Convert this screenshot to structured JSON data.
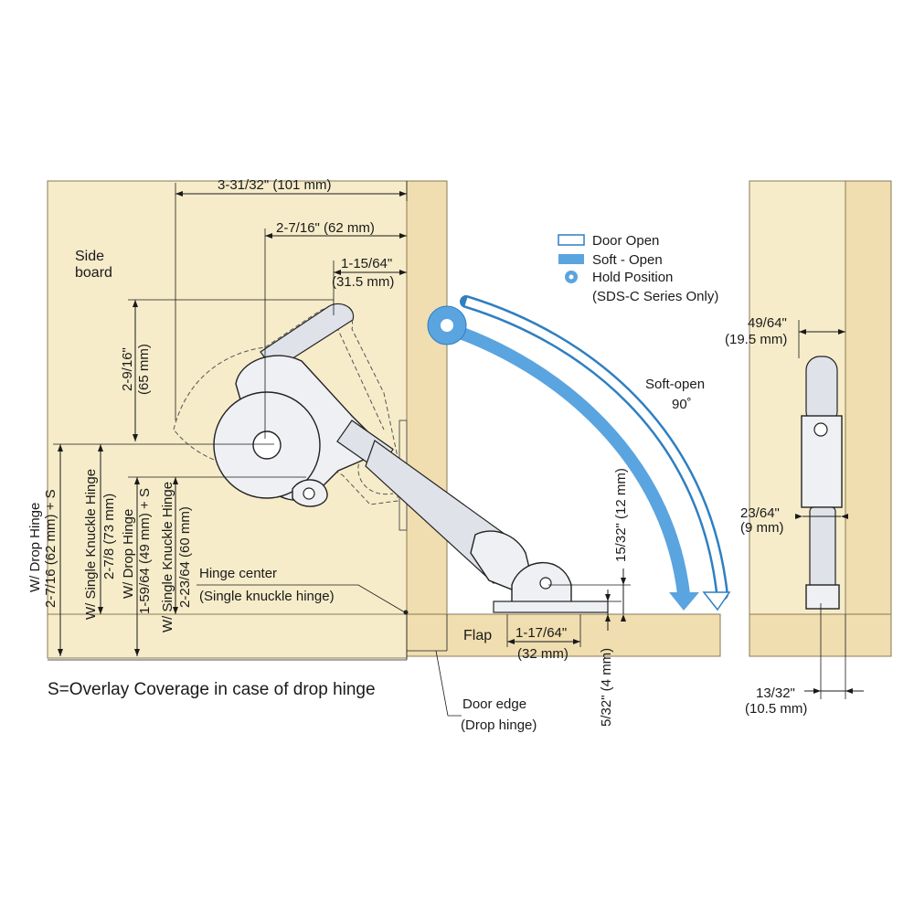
{
  "colors": {
    "board_light": "#f6ecca",
    "board_dark": "#f0deb0",
    "accent_blue": "#5aa4e0",
    "outline_blue": "#2f7fc1",
    "line": "#1a1a1a"
  },
  "labels": {
    "side_board_1": "Side",
    "side_board_2": "board",
    "flap": "Flap",
    "hinge_center_1": "Hinge center",
    "hinge_center_2": "(Single knuckle hinge)",
    "door_edge_1": "Door edge",
    "door_edge_2": "(Drop hinge)",
    "overlay_note": "S=Overlay Coverage in case of drop hinge",
    "soft_open": "Soft-open",
    "angle": "90˚"
  },
  "legend": {
    "door_open": "Door Open",
    "soft_open": "Soft - Open",
    "hold_position": "Hold Position",
    "hold_note": "(SDS-C Series Only)"
  },
  "dimensions": {
    "d101": "3-31/32\" (101 mm)",
    "d62_top": "2-7/16\" (62 mm)",
    "d31_in": "1-15/64\"",
    "d31_mm": "(31.5 mm)",
    "d65_in": "2-9/16\"",
    "d65_mm": "(65 mm)",
    "v_drop_62_a": "W/ Drop Hinge",
    "v_drop_62_b": "2-7/16  (62 mm) + S",
    "v_single_73_a": "W/ Single Knuckle Hinge",
    "v_single_73_b": "2-7/8  (73 mm)",
    "v_drop_49_a": "W/ Drop Hinge",
    "v_drop_49_b": "1-59/64  (49 mm) + S",
    "v_single_60_a": "W/ Single Knuckle Hinge",
    "v_single_60_b": "2-23/64  (60 mm)",
    "d12": "15/32\" (12 mm)",
    "d32_in": "1-17/64\"",
    "d32_mm": "(32 mm)",
    "d4": "5/32\" (4 mm)",
    "d19_in": "49/64\"",
    "d19_mm": "(19.5 mm)",
    "d9_in": "23/64\"",
    "d9_mm": "(9 mm)",
    "d10_in": "13/32\"",
    "d10_mm": "(10.5 mm)"
  }
}
